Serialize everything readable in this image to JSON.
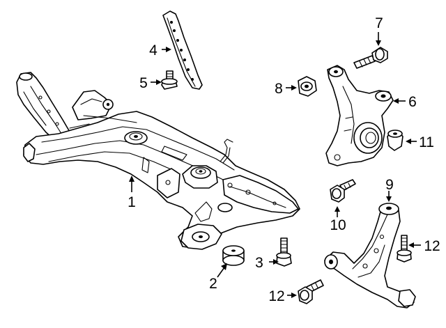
{
  "callouts": [
    {
      "id": "1",
      "text": "1"
    },
    {
      "id": "2",
      "text": "2"
    },
    {
      "id": "3",
      "text": "3"
    },
    {
      "id": "4",
      "text": "4"
    },
    {
      "id": "5",
      "text": "5"
    },
    {
      "id": "6",
      "text": "6"
    },
    {
      "id": "7",
      "text": "7"
    },
    {
      "id": "8",
      "text": "8"
    },
    {
      "id": "9",
      "text": "9"
    },
    {
      "id": "10",
      "text": "10"
    },
    {
      "id": "11",
      "text": "11"
    },
    {
      "id": "12a",
      "text": "12"
    },
    {
      "id": "12b",
      "text": "12"
    }
  ],
  "colors": {
    "ink": "#000000",
    "background": "#ffffff"
  }
}
